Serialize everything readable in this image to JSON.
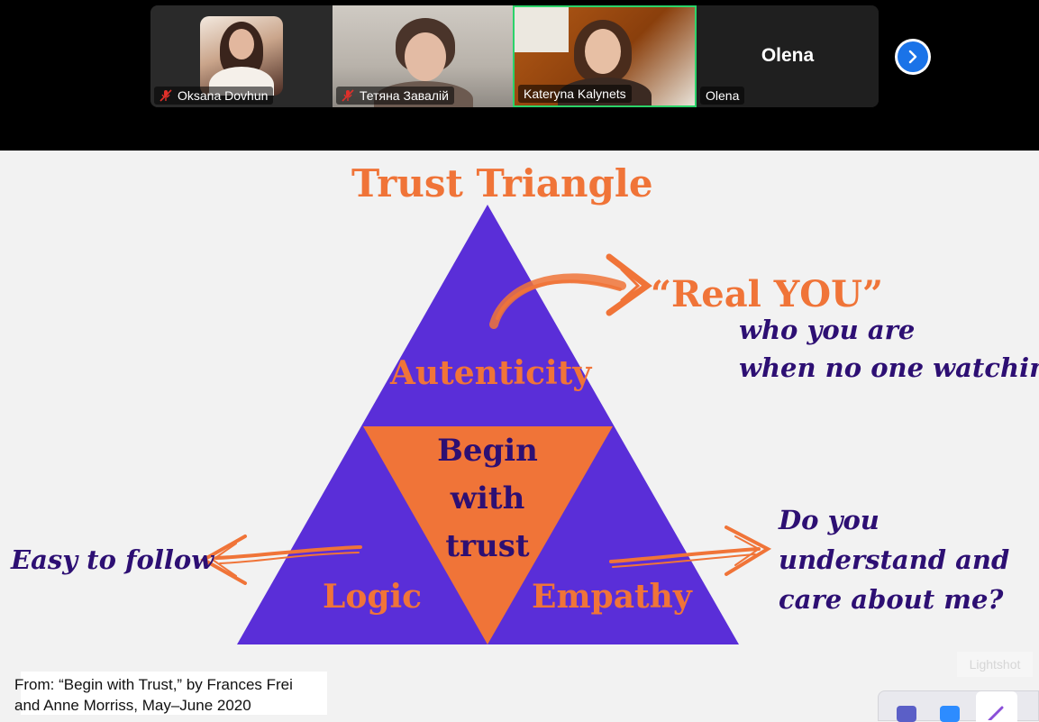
{
  "participants": [
    {
      "name": "Oksana Dovhun",
      "muted": true
    },
    {
      "name": "Тетяна Завалій",
      "muted": true
    },
    {
      "name": "Kateryna Kalynets",
      "muted": false,
      "active_speaker": true
    },
    {
      "name": "Olena",
      "muted": false,
      "display_name": "Olena"
    }
  ],
  "next_page_icon": "chevron-right-icon",
  "slide": {
    "title": "Trust Triangle",
    "top_label": "Autenticity",
    "left_label": "Logic",
    "right_label": "Empathy",
    "center_lines": [
      "Begin",
      "with",
      "trust"
    ],
    "real_you": "“Real YOU”",
    "real_you_desc": [
      "who you are",
      "when no one watching"
    ],
    "logic_desc": "Easy to follow",
    "empathy_desc": [
      "Do you",
      "understand and",
      "care about me?"
    ],
    "source_lines": [
      "From: “Begin with Trust,” by Frances Frei",
      "and Anne Morriss, May–June 2020"
    ]
  },
  "watermark": "Lightshot",
  "colors": {
    "purple": "#5a2ed8",
    "orange": "#f07438",
    "navy": "#2d0f73",
    "active_border": "#2bd36a",
    "next_button": "#1a73e8"
  },
  "dock_icons": [
    "teams-icon",
    "zoom-icon",
    "feather-icon"
  ]
}
